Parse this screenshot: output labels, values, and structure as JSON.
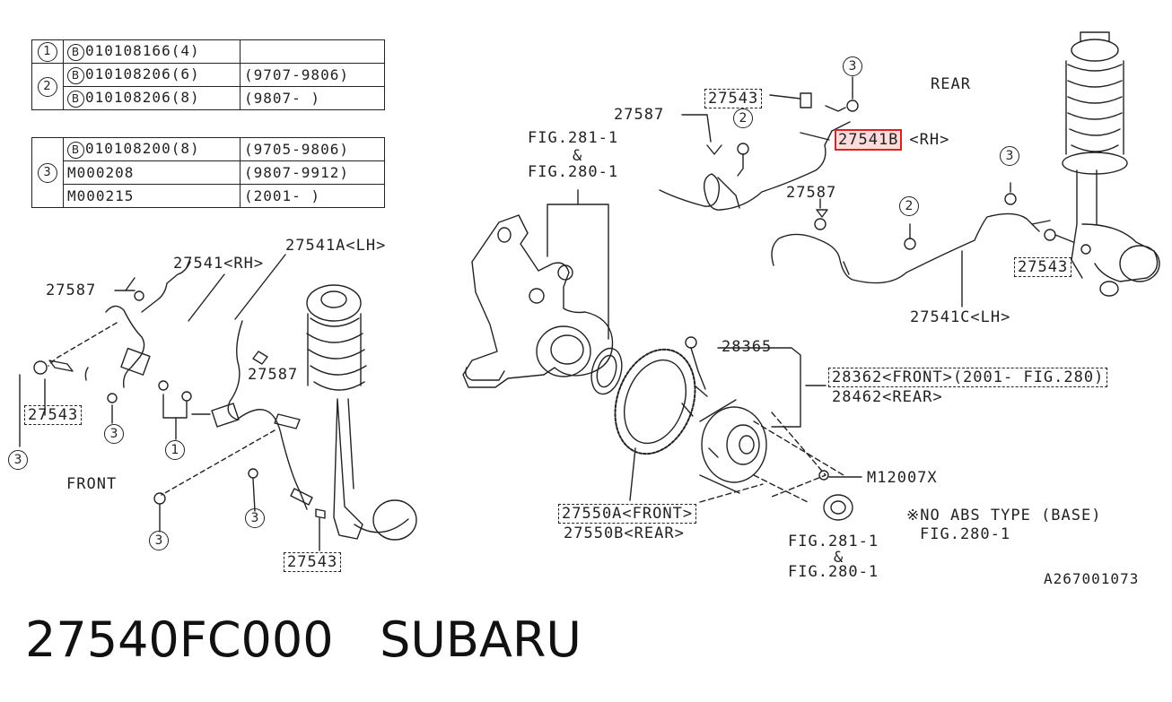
{
  "title": {
    "part_number": "27540FC000",
    "brand": "SUBARU"
  },
  "table_top": {
    "rows": [
      {
        "num": "1",
        "code_prefix": "B",
        "code": "010108166(4)",
        "range": ""
      },
      {
        "num": "2",
        "code_prefix": "B",
        "code": "010108206(6)",
        "range": "(9707-9806)"
      },
      {
        "num": "",
        "code_prefix": "B",
        "code": "010108206(8)",
        "range": "(9807-     )"
      }
    ]
  },
  "table_bottom": {
    "rows": [
      {
        "num": "3",
        "code_prefix": "B",
        "code": "010108200(8)",
        "range": "(9705-9806)"
      },
      {
        "num": "",
        "code_prefix": "",
        "code": "M000208",
        "range": "(9807-9912)"
      },
      {
        "num": "",
        "code_prefix": "",
        "code": "M000215",
        "range": "(2001-     )"
      }
    ]
  },
  "labels": {
    "rear": "REAR",
    "front": "FRONT",
    "p27543_top": "27543",
    "p27587_top": "27587",
    "p27541b": "27541B",
    "p27541b_side": "<RH>",
    "fig281_1_top": "FIG.281-1",
    "amp_top": "&",
    "fig280_1_top": "FIG.280-1",
    "p27587_mid": "27587",
    "p27543_right": "27543",
    "p27541c": "27541C<LH>",
    "p27541a": "27541A<LH>",
    "p27541_rh": "27541<RH>",
    "p27587_left": "27587",
    "p27587_left2": "27587",
    "p27543_left": "27543",
    "p27543_bottom": "27543",
    "p28365": "28365",
    "p28362": "28362<FRONT>(2001-   FIG.280)",
    "p28462": "28462<REAR>",
    "m12007x": "M12007X",
    "p27550a": "27550A<FRONT>",
    "p27550b": "27550B<REAR>",
    "no_abs": "※NO ABS TYPE (BASE)",
    "no_abs_fig": "FIG.280-1",
    "fig281_1_bot": "FIG.281-1",
    "amp_bot": "&",
    "fig280_1_bot": "FIG.280-1",
    "diagram_id": "A267001073"
  },
  "callouts": {
    "c1": "1",
    "c2": "2",
    "c3": "3"
  },
  "colors": {
    "highlight": "#e02020",
    "ink": "#222222"
  }
}
